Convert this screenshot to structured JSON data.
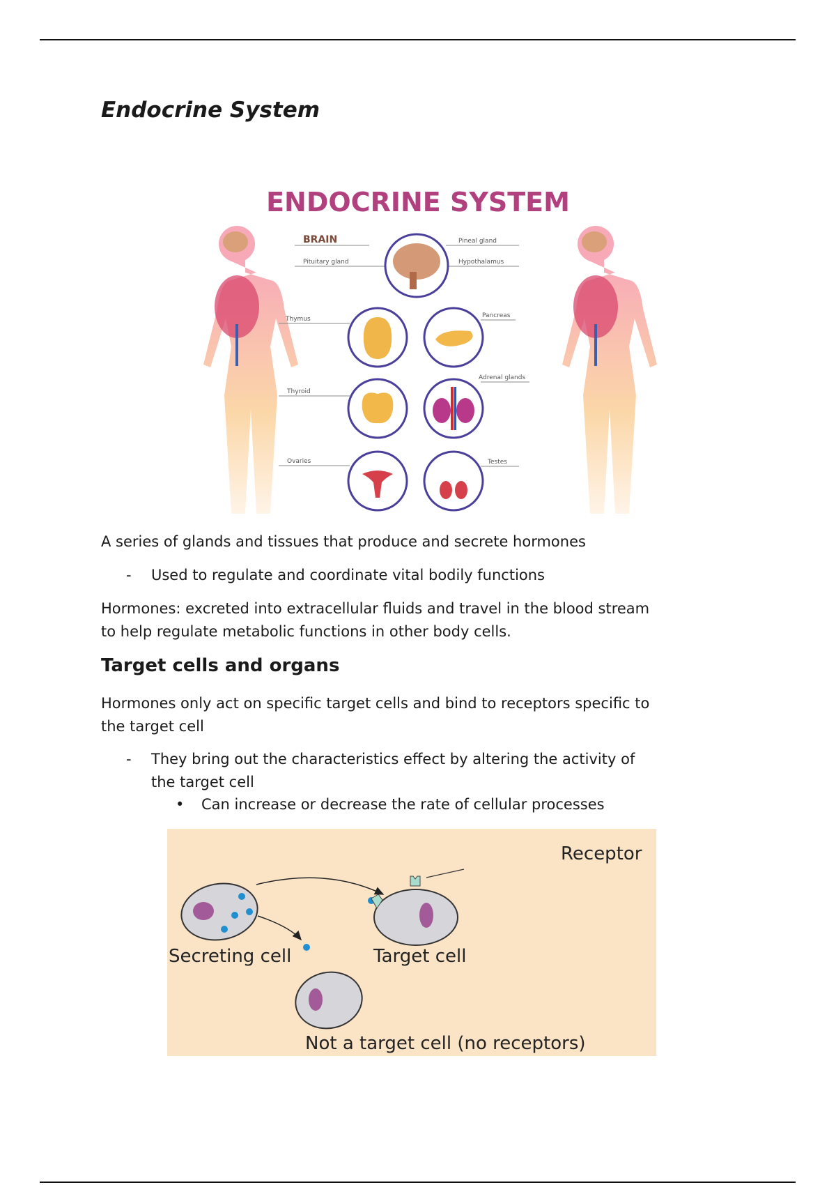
{
  "title": "Endocrine System",
  "infographic": {
    "title": "ENDOCRINE SYSTEM",
    "labels": {
      "brain": "BRAIN",
      "pineal": "Pineal gland",
      "pituitary": "Pituitary gland",
      "hypothalamus": "Hypothalamus",
      "thymus": "Thymus",
      "pancreas": "Pancreas",
      "thyroid": "Thyroid",
      "adrenal": "Adrenal glands",
      "ovaries": "Ovaries",
      "testes": "Testes"
    },
    "colors": {
      "title": "#b0407e",
      "ring": "#4a3f9a"
    }
  },
  "body": {
    "p1": "A series of glands and tissues that produce and secrete hormones",
    "b1": "Used to regulate and coordinate vital bodily functions",
    "p2_line1": "Hormones: excreted into extracellular fluids and travel in the blood stream",
    "p2_line2": "to help regulate metabolic functions in other body cells.",
    "heading": "Target cells and organs",
    "p3_line1": "Hormones only act on specific target cells and bind to receptors specific to",
    "p3_line2": "the target cell",
    "b2_line1": "They bring out the characteristics effect by altering the activity of",
    "b2_line2": "the target cell",
    "b3": "Can increase or decrease the rate of cellular processes",
    "dash": "-",
    "dot": "•"
  },
  "diagram": {
    "receptor": "Receptor",
    "secreting": "Secreting cell",
    "target": "Target cell",
    "not_target": "Not a target cell (no receptors)"
  }
}
